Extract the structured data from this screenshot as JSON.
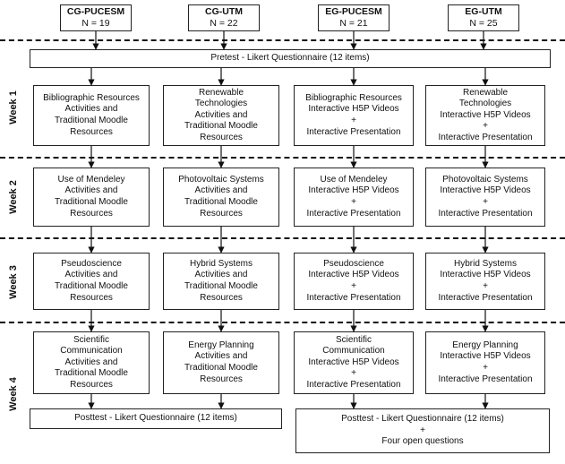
{
  "groups": [
    {
      "name": "CG-PUCESM",
      "n": "N = 19"
    },
    {
      "name": "CG-UTM",
      "n": "N = 22"
    },
    {
      "name": "EG-PUCESM",
      "n": "N = 21"
    },
    {
      "name": "EG-UTM",
      "n": "N = 25"
    }
  ],
  "pretest": "Pretest - Likert Questionnaire (12 items)",
  "weeks": [
    {
      "label": "Week 1",
      "boxes": [
        [
          "Bibliographic Resources",
          "Activities and",
          "Traditional Moodle",
          "Resources"
        ],
        [
          "Renewable",
          "Technologies",
          "Activities and",
          "Traditional Moodle",
          "Resources"
        ],
        [
          "Bibliographic Resources",
          "Interactive H5P Videos",
          "+",
          "Interactive Presentation"
        ],
        [
          "Renewable",
          "Technologies",
          "Interactive H5P Videos",
          "+",
          "Interactive Presentation"
        ]
      ]
    },
    {
      "label": "Week 2",
      "boxes": [
        [
          "Use of Mendeley",
          "Activities and",
          "Traditional Moodle",
          "Resources"
        ],
        [
          "Photovoltaic Systems",
          "Activities and",
          "Traditional Moodle",
          "Resources"
        ],
        [
          "Use of Mendeley",
          "Interactive H5P Videos",
          "+",
          "Interactive Presentation"
        ],
        [
          "Photovoltaic Systems",
          "Interactive H5P Videos",
          "+",
          "Interactive Presentation"
        ]
      ]
    },
    {
      "label": "Week 3",
      "boxes": [
        [
          "Pseudoscience",
          "Activities and",
          "Traditional Moodle",
          "Resources"
        ],
        [
          "Hybrid Systems",
          "Activities and",
          "Traditional Moodle",
          "Resources"
        ],
        [
          "Pseudoscience",
          "Interactive H5P Videos",
          "+",
          "Interactive Presentation"
        ],
        [
          "Hybrid Systems",
          "Interactive H5P Videos",
          "+",
          "Interactive Presentation"
        ]
      ]
    },
    {
      "label": "Week 4",
      "boxes": [
        [
          "Scientific",
          "Communication",
          "Activities and",
          "Traditional Moodle",
          "Resources"
        ],
        [
          "Energy Planning",
          "Activities and",
          "Traditional Moodle",
          "Resources"
        ],
        [
          "Scientific",
          "Communication",
          "Interactive H5P Videos",
          "+",
          "Interactive Presentation"
        ],
        [
          "Energy Planning",
          "Interactive H5P Videos",
          "+",
          "Interactive Presentation"
        ]
      ]
    }
  ],
  "posttest_cg": "Posttest - Likert Questionnaire (12 items)",
  "posttest_eg": [
    "Posttest - Likert Questionnaire (12 items)",
    "+",
    "Four open questions"
  ]
}
